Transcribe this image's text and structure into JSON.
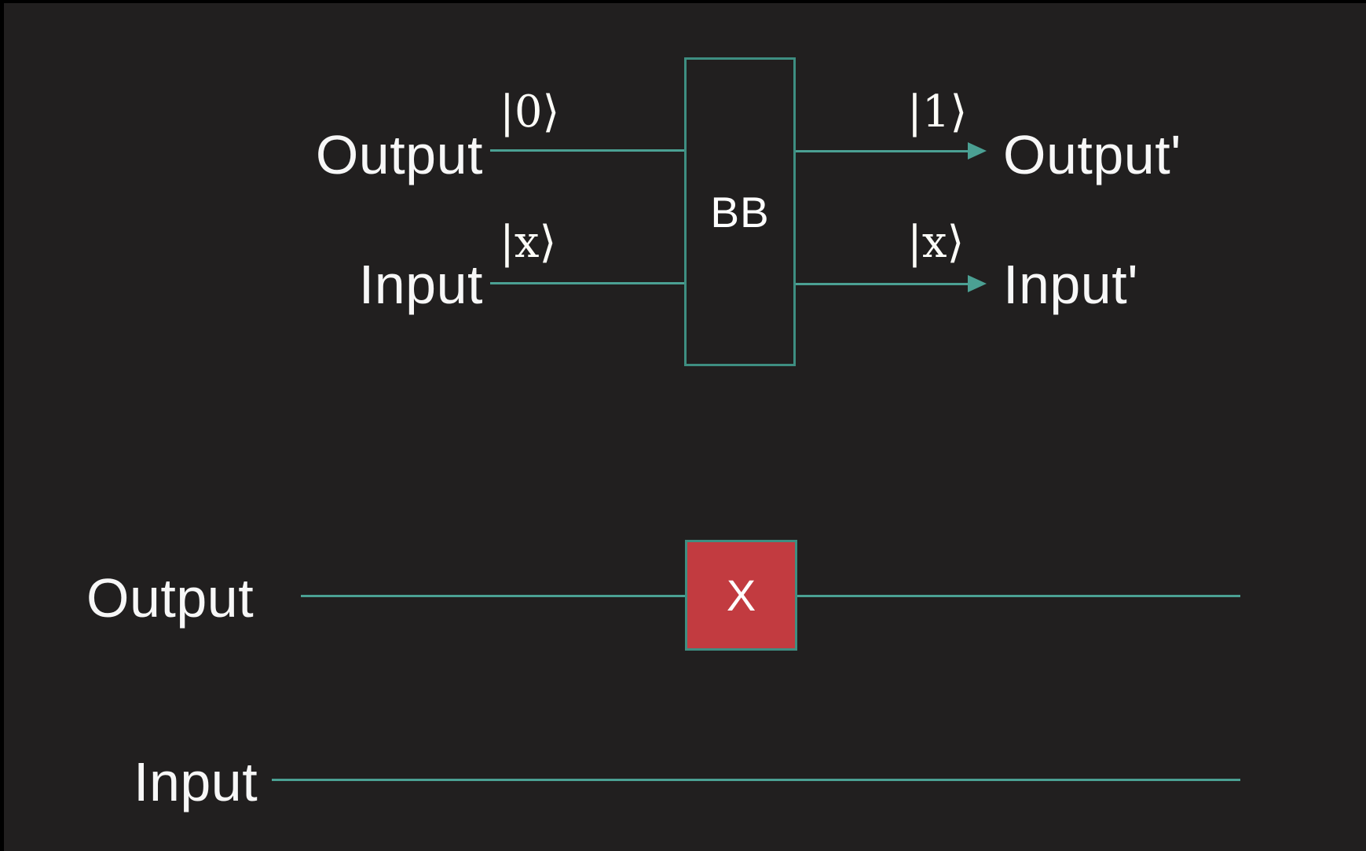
{
  "colors": {
    "slide_background": "#211F1F",
    "frame": "#000000",
    "wire_teal": "#4BA093",
    "box_border_teal": "#3E8E81",
    "gate_red": "#C23B40",
    "text": "#FFFFFF"
  },
  "top_circuit": {
    "gate_label": "BB",
    "wires": [
      {
        "label_in": "Output",
        "ket_in": "|0⟩",
        "ket_out": "|1⟩",
        "label_out": "Output'"
      },
      {
        "label_in": "Input",
        "ket_in": "|x⟩",
        "ket_out": "|x⟩",
        "label_out": "Input'"
      }
    ]
  },
  "bottom_circuit": {
    "wires": [
      {
        "label": "Output",
        "gate_label": "X"
      },
      {
        "label": "Input"
      }
    ]
  }
}
